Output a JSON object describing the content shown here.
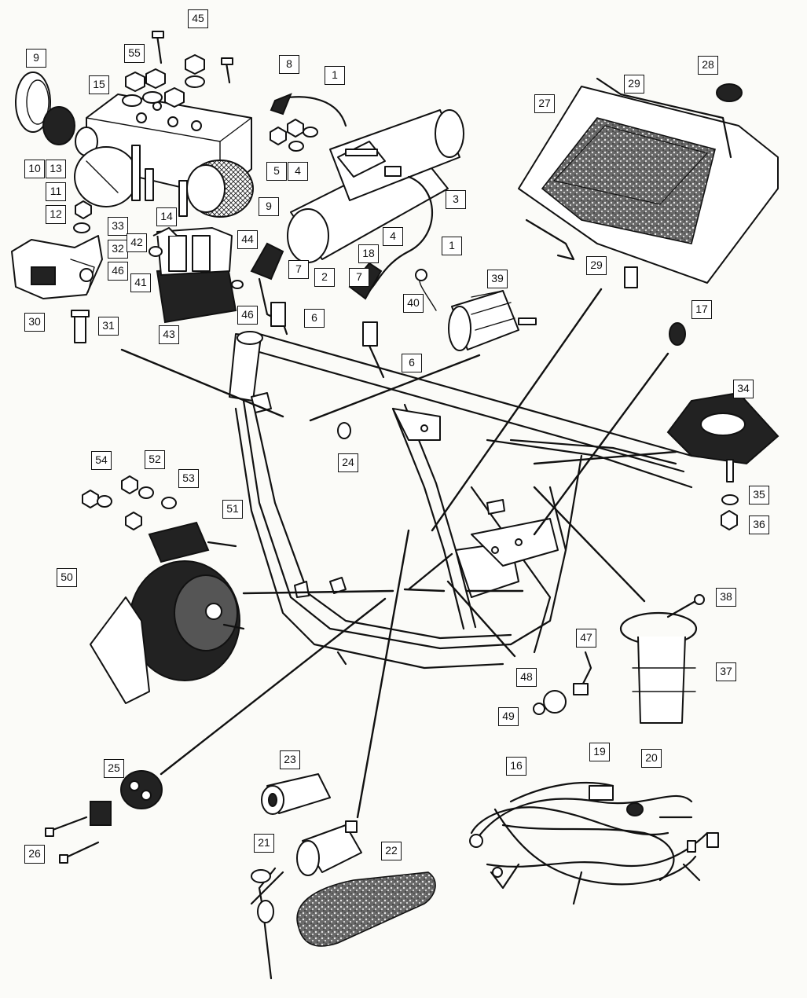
{
  "callouts": [
    {
      "label": "45"
    },
    {
      "label": "55"
    },
    {
      "label": "8"
    },
    {
      "label": "9"
    },
    {
      "label": "15"
    },
    {
      "label": "10"
    },
    {
      "label": "13"
    },
    {
      "label": "11"
    },
    {
      "label": "12"
    },
    {
      "label": "14"
    },
    {
      "label": "9"
    },
    {
      "label": "33"
    },
    {
      "label": "32"
    },
    {
      "label": "42"
    },
    {
      "label": "44"
    },
    {
      "label": "46"
    },
    {
      "label": "41"
    },
    {
      "label": "46"
    },
    {
      "label": "30"
    },
    {
      "label": "43"
    },
    {
      "label": "31"
    },
    {
      "label": "1"
    },
    {
      "label": "5"
    },
    {
      "label": "4"
    },
    {
      "label": "3"
    },
    {
      "label": "4"
    },
    {
      "label": "1"
    },
    {
      "label": "18"
    },
    {
      "label": "7"
    },
    {
      "label": "2"
    },
    {
      "label": "7"
    },
    {
      "label": "6"
    },
    {
      "label": "6"
    },
    {
      "label": "40"
    },
    {
      "label": "39"
    },
    {
      "label": "28"
    },
    {
      "label": "27"
    },
    {
      "label": "29"
    },
    {
      "label": "29"
    },
    {
      "label": "17"
    },
    {
      "label": "34"
    },
    {
      "label": "35"
    },
    {
      "label": "36"
    },
    {
      "label": "24"
    },
    {
      "label": "54"
    },
    {
      "label": "52"
    },
    {
      "label": "53"
    },
    {
      "label": "51"
    },
    {
      "label": "50"
    },
    {
      "label": "38"
    },
    {
      "label": "37"
    },
    {
      "label": "47"
    },
    {
      "label": "48"
    },
    {
      "label": "49"
    },
    {
      "label": "25"
    },
    {
      "label": "26"
    },
    {
      "label": "23"
    },
    {
      "label": "21"
    },
    {
      "label": "22"
    },
    {
      "label": "16"
    },
    {
      "label": "19"
    },
    {
      "label": "20"
    }
  ]
}
